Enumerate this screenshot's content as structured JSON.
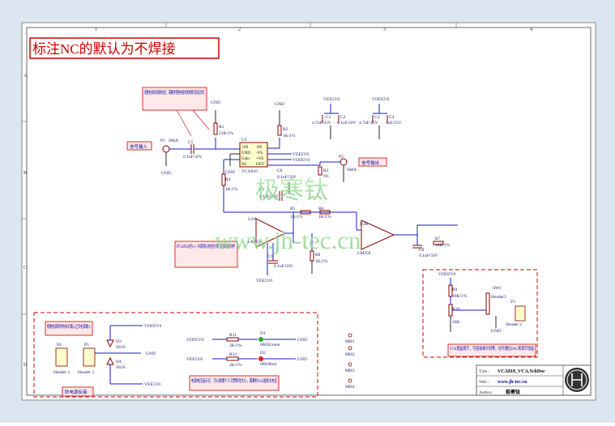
{
  "header": {
    "title": "标注NC的默认为不焊接"
  },
  "border": {
    "cols": [
      "1",
      "2",
      "3",
      "4"
    ],
    "rows": [
      "A",
      "B",
      "C",
      "D"
    ]
  },
  "components": {
    "p1": {
      "ref": "P1",
      "val": "SMA"
    },
    "r1": {
      "ref": "R1",
      "val": "51R/1%"
    },
    "c5": {
      "ref": "C5",
      "val": "0.1uF/50V"
    },
    "u1": {
      "ref": "U1",
      "part": "VCA810",
      "pins": [
        "+IN",
        "GND",
        "Gain",
        "NC",
        "-IN",
        "-VS",
        "+VS",
        "OUT"
      ]
    },
    "r2": {
      "ref": "R2",
      "val": "1K/1%"
    },
    "r3": {
      "ref": "R3",
      "val": "NC"
    },
    "r4": {
      "ref": "R4",
      "val": "1K/1%"
    },
    "c6": {
      "ref": "C6",
      "val": "0.1uF/50V"
    },
    "p2": {
      "ref": "P2",
      "val": "SMA"
    },
    "c1": {
      "ref": "C1",
      "val": "4.7uF/25V"
    },
    "c2": {
      "ref": "C2",
      "val": "0.1uF/50V"
    },
    "c3": {
      "ref": "C3",
      "val": "4.7uF/25V"
    },
    "c4": {
      "ref": "C4",
      "val": "1uF/25V"
    },
    "c7": {
      "ref": "C7",
      "val": "0.1uF/50V"
    },
    "c8": {
      "ref": "C8",
      "val": "0.1uF/50V"
    },
    "c9": {
      "ref": "C9",
      "val": "0.1uF/50V"
    },
    "r5": {
      "ref": "R5",
      "val": "1K/1%"
    },
    "r6": {
      "ref": "R6",
      "val": "1K/1%"
    },
    "r7": {
      "ref": "R7",
      "val": "10R/1%"
    },
    "r8": {
      "ref": "R8",
      "val": "1K/1%"
    },
    "u2a": {
      "ref": "U2A",
      "part": "LM358"
    },
    "u2b": {
      "ref": "U2B",
      "part": "LM358"
    },
    "r9": {
      "ref": "R9",
      "val": "10K/1%"
    },
    "r10": {
      "ref": "R10",
      "val": "10K"
    },
    "sw1": {
      "ref": "SW1",
      "val": "Header3"
    },
    "p3": {
      "ref": "P3",
      "val": "Header 2"
    },
    "p4": {
      "ref": "P4",
      "val": "Header 3"
    },
    "p5": {
      "ref": "P5",
      "val": "Header 3"
    },
    "d3": {
      "ref": "D3",
      "val": "SS56"
    },
    "d4": {
      "ref": "D4",
      "val": "SS56"
    },
    "r11": {
      "ref": "R11",
      "val": "2K/1%"
    },
    "r12": {
      "ref": "R12",
      "val": "2K/1%"
    },
    "d1": {
      "ref": "D1",
      "val": "0603Green"
    },
    "d2": {
      "ref": "D2",
      "val": "0603Red"
    },
    "mh": [
      "MH1",
      "MH2",
      "MH3",
      "MH4"
    ]
  },
  "nets": {
    "vdd": "VDD5V0",
    "vee": "VEE5V0",
    "gnd": "GND"
  },
  "notes": {
    "gain_res": "调整电容和旧阻配电压，需要时根据电容的使用情况而定改变",
    "sig_in": "信号输入",
    "sig_out": "信号输出",
    "ctrl": "由于VCA810的Gain电压为0~-2V，所以需要对输入控制电压进行转换，这里运放的电路仅供参考",
    "power_in": "根据电源和地的标识输入正负电源输入",
    "diode": "防电源反接",
    "led": "电源电压指示灯，可以根据个人习惯修改大小，需要时LED选择大电压",
    "adj": "VCA增益调节，可连接单片机等，也可通过DAC来调节增益"
  },
  "watermark": {
    "cn": "极寒钛",
    "url": "www.jh-tec.cn"
  },
  "title_block": {
    "title_label": "Title :",
    "title": "VCA810_VCA.SchDoc",
    "web_label": "Web :",
    "web": "www.jh-tec.cn",
    "author_label": "Author:",
    "author": "极寒钛"
  }
}
